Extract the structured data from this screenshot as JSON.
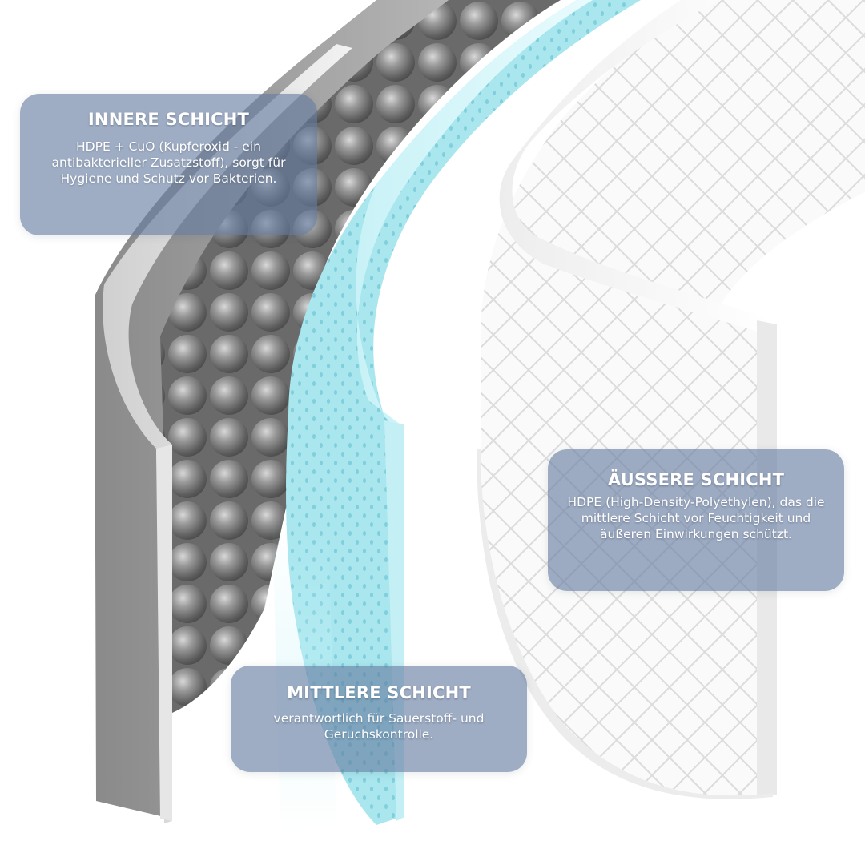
{
  "callouts": {
    "inner": {
      "title": "INNERE SCHICHT",
      "body": "HDPE + CuO (Kupferoxid - ein antibakterieller Zusatzstoff), sorgt für Hygiene und Schutz vor Bakterien."
    },
    "outer": {
      "title": "ÄUSSERE SCHICHT",
      "body": "HDPE (High-Density-Polyethylen), das die mittlere Schicht vor Feuchtigkeit und äußeren Einwirkungen schützt."
    },
    "middle": {
      "title": "MITTLERE SCHICHT",
      "body": "verantwortlich für Sauerstoff- und Geruchskontrolle."
    }
  },
  "colors": {
    "inner_layer": "#7a7a7a",
    "middle_layer": "#aee9f0",
    "outer_layer": "#f7f7f7",
    "callout_background": "#647aa0"
  }
}
